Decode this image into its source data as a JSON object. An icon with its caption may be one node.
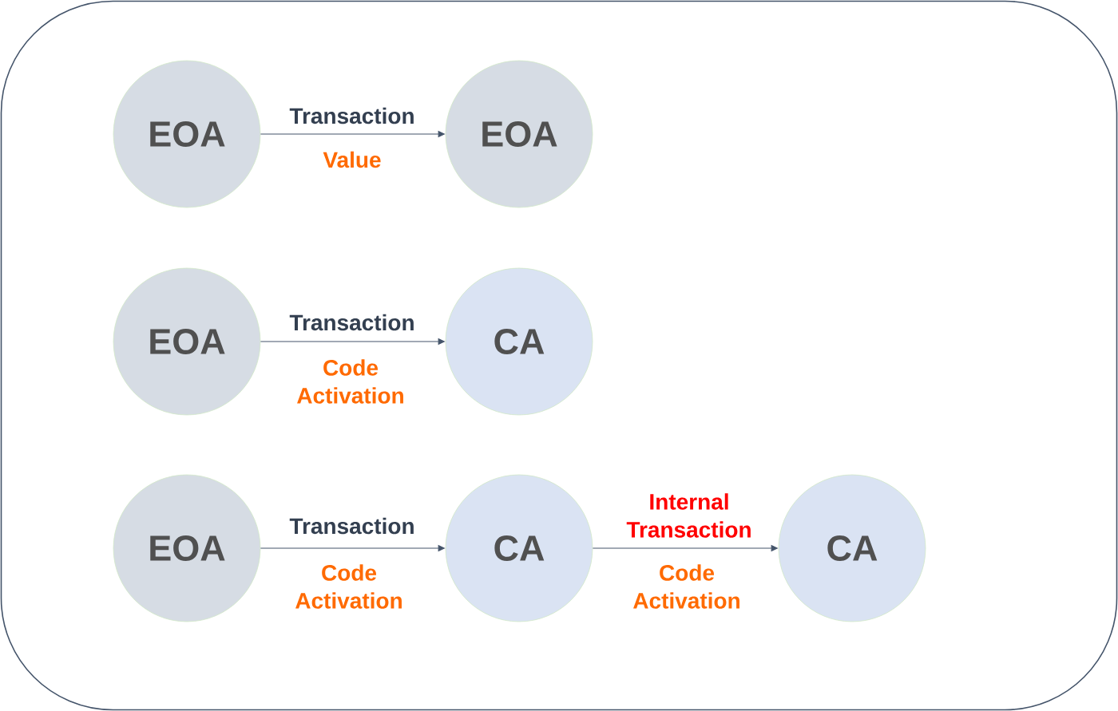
{
  "diagram": {
    "nodes": [
      {
        "text": [
          "EOA"
        ]
      },
      {
        "text": [
          "EOA"
        ]
      },
      {
        "text": [
          "EOA"
        ]
      },
      {
        "text": [
          "CA"
        ]
      },
      {
        "text": [
          "EOA"
        ]
      },
      {
        "text": [
          "CA"
        ]
      },
      {
        "text": [
          "CA"
        ]
      }
    ],
    "edges": [
      {
        "from": 0,
        "to": 1,
        "arrow": "to",
        "label": "Transaction"
      },
      {
        "from": 2,
        "to": 3,
        "arrow": "to",
        "label": "Transaction"
      },
      {
        "from": 4,
        "to": 5,
        "arrow": "to",
        "label": "Transaction"
      },
      {
        "from": 5,
        "to": 6,
        "arrow": "to",
        "label": "Internal Transaction"
      }
    ],
    "labels": [
      "Value",
      "Code Activation",
      "Code Activation",
      "Code Activation"
    ]
  }
}
